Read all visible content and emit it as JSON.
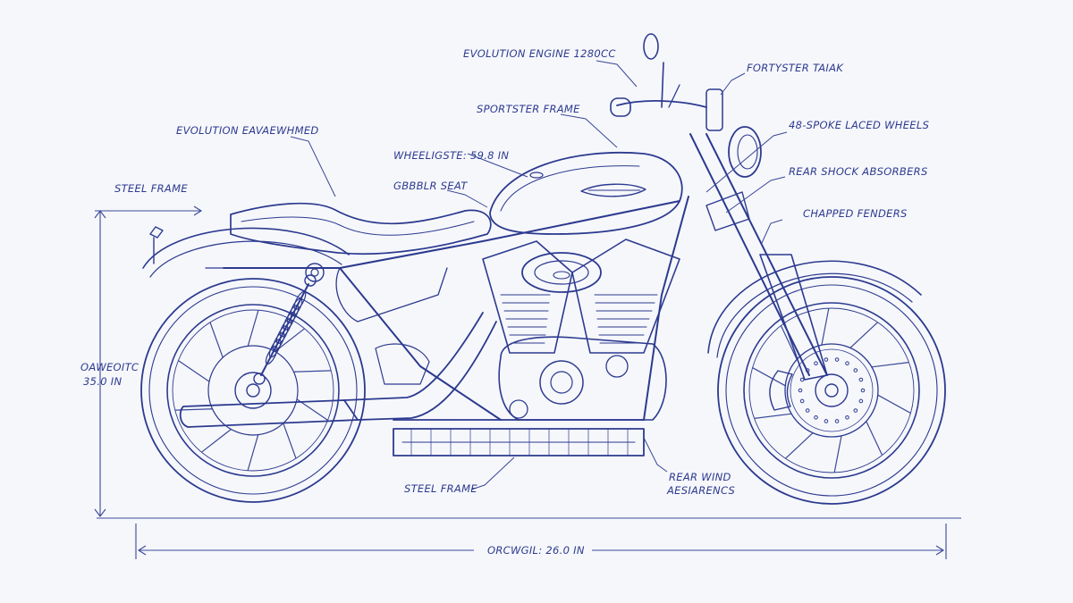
{
  "colors": {
    "ink": "#2c3a8f",
    "paper": "#f6f7fb"
  },
  "labels": {
    "evolution_engine": "EVOLUTION ENGINE 1280CC",
    "fortyster_tank": "FORTYSTER TAIAK",
    "sportster_frame": "SPORTSTER FRAME",
    "spoke_wheels": "48-SPOKE LACED WHEELS",
    "evolution_enhanced": "EVOLUTION EAVAEWHMED",
    "wheelbase": "WHEELIGSTE: 59.8 IN",
    "rear_shock": "REAR SHOCK ABSORBERS",
    "steel_frame_top": "STEEL FRAME",
    "cobbler_seat": "GBBBLR SEAT",
    "chopped_fenders": "CHAPPED FENDERS",
    "height_name": "OAWEOITC",
    "height_value": "35.0 IN",
    "steel_frame_bottom": "STEEL FRAME",
    "rear_wind_line1": "REAR WIND",
    "rear_wind_line2": "AESIARENCS",
    "overall": "ORCWGIL: 26.0 IN"
  }
}
